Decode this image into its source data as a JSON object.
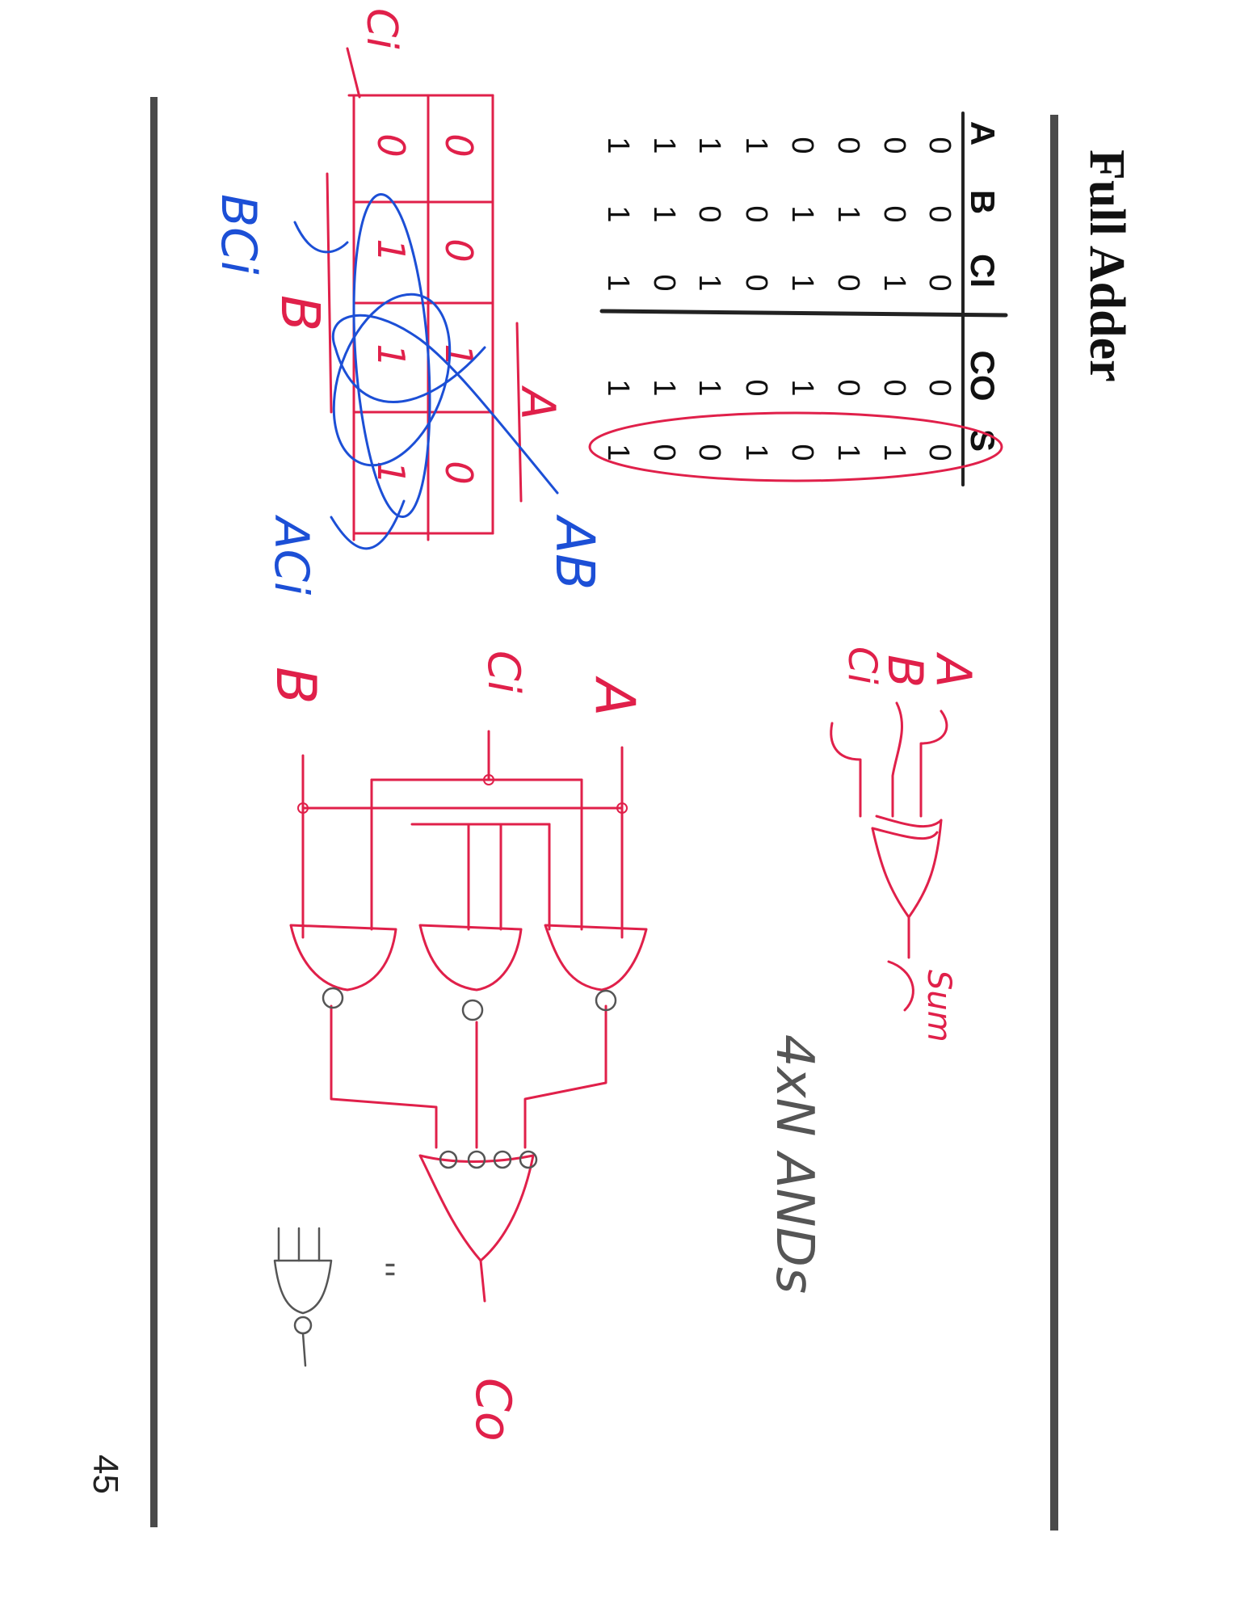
{
  "page": {
    "title": "Full Adder",
    "page_number": "45"
  },
  "truth_table": {
    "headers": [
      "A",
      "B",
      "CI",
      "CO",
      "S"
    ],
    "rows": [
      [
        "0",
        "0",
        "0",
        "0",
        "0"
      ],
      [
        "0",
        "0",
        "1",
        "0",
        "1"
      ],
      [
        "0",
        "1",
        "0",
        "0",
        "1"
      ],
      [
        "0",
        "1",
        "1",
        "1",
        "0"
      ],
      [
        "1",
        "0",
        "0",
        "0",
        "1"
      ],
      [
        "1",
        "0",
        "1",
        "1",
        "0"
      ],
      [
        "1",
        "1",
        "0",
        "1",
        "0"
      ],
      [
        "1",
        "1",
        "1",
        "1",
        "1"
      ]
    ]
  },
  "kmap": {
    "cells": [
      [
        "0",
        "0",
        "1",
        "0"
      ],
      [
        "0",
        "1",
        "1",
        "1"
      ]
    ]
  },
  "annotations": {
    "kmap_ci": "Ci",
    "kmap_a": "A",
    "kmap_b": "B",
    "term_ab": "AB",
    "term_bc": "BCi",
    "term_ac": "ACi",
    "xor_a": "A",
    "xor_b": "B",
    "xor_ci": "Ci",
    "sum": "Sum",
    "circuit_a": "A",
    "circuit_ci": "Ci",
    "circuit_b": "B",
    "carry_out": "Co",
    "note": "4xN ANDs",
    "ditto": "''"
  },
  "colors": {
    "rule": "#4a4a4a",
    "ink_red": "#e0204a",
    "ink_blue": "#1c4fd6",
    "ink_gray": "#555555"
  }
}
